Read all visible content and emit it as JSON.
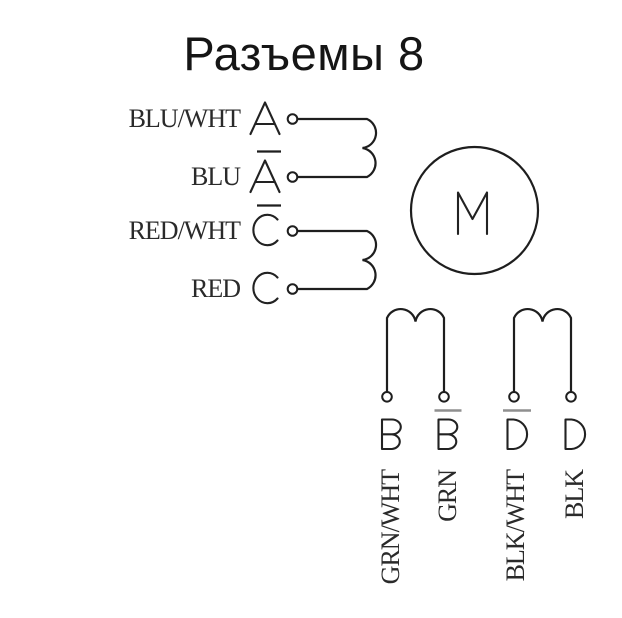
{
  "title": "Разъемы 8",
  "motor": {
    "symbol": "M"
  },
  "left_terminals": [
    {
      "wire": "BLU/WHT",
      "terminal": "A",
      "overline": false
    },
    {
      "wire": "BLU",
      "terminal": "A",
      "overline": true
    },
    {
      "wire": "RED/WHT",
      "terminal": "C",
      "overline": true
    },
    {
      "wire": "RED",
      "terminal": "C",
      "overline": false
    }
  ],
  "bottom_terminals": [
    {
      "wire": "GRN/WHT",
      "terminal": "B",
      "overline": false
    },
    {
      "wire": "GRN",
      "terminal": "B",
      "overline": true
    },
    {
      "wire": "BLK/WHT",
      "terminal": "D",
      "overline": true
    },
    {
      "wire": "BLK",
      "terminal": "D",
      "overline": false
    }
  ],
  "colors": {
    "line": "#1e1e1e",
    "text": "#2a2a2a",
    "overline_gray": "#8f8f8f",
    "background": "#ffffff"
  }
}
